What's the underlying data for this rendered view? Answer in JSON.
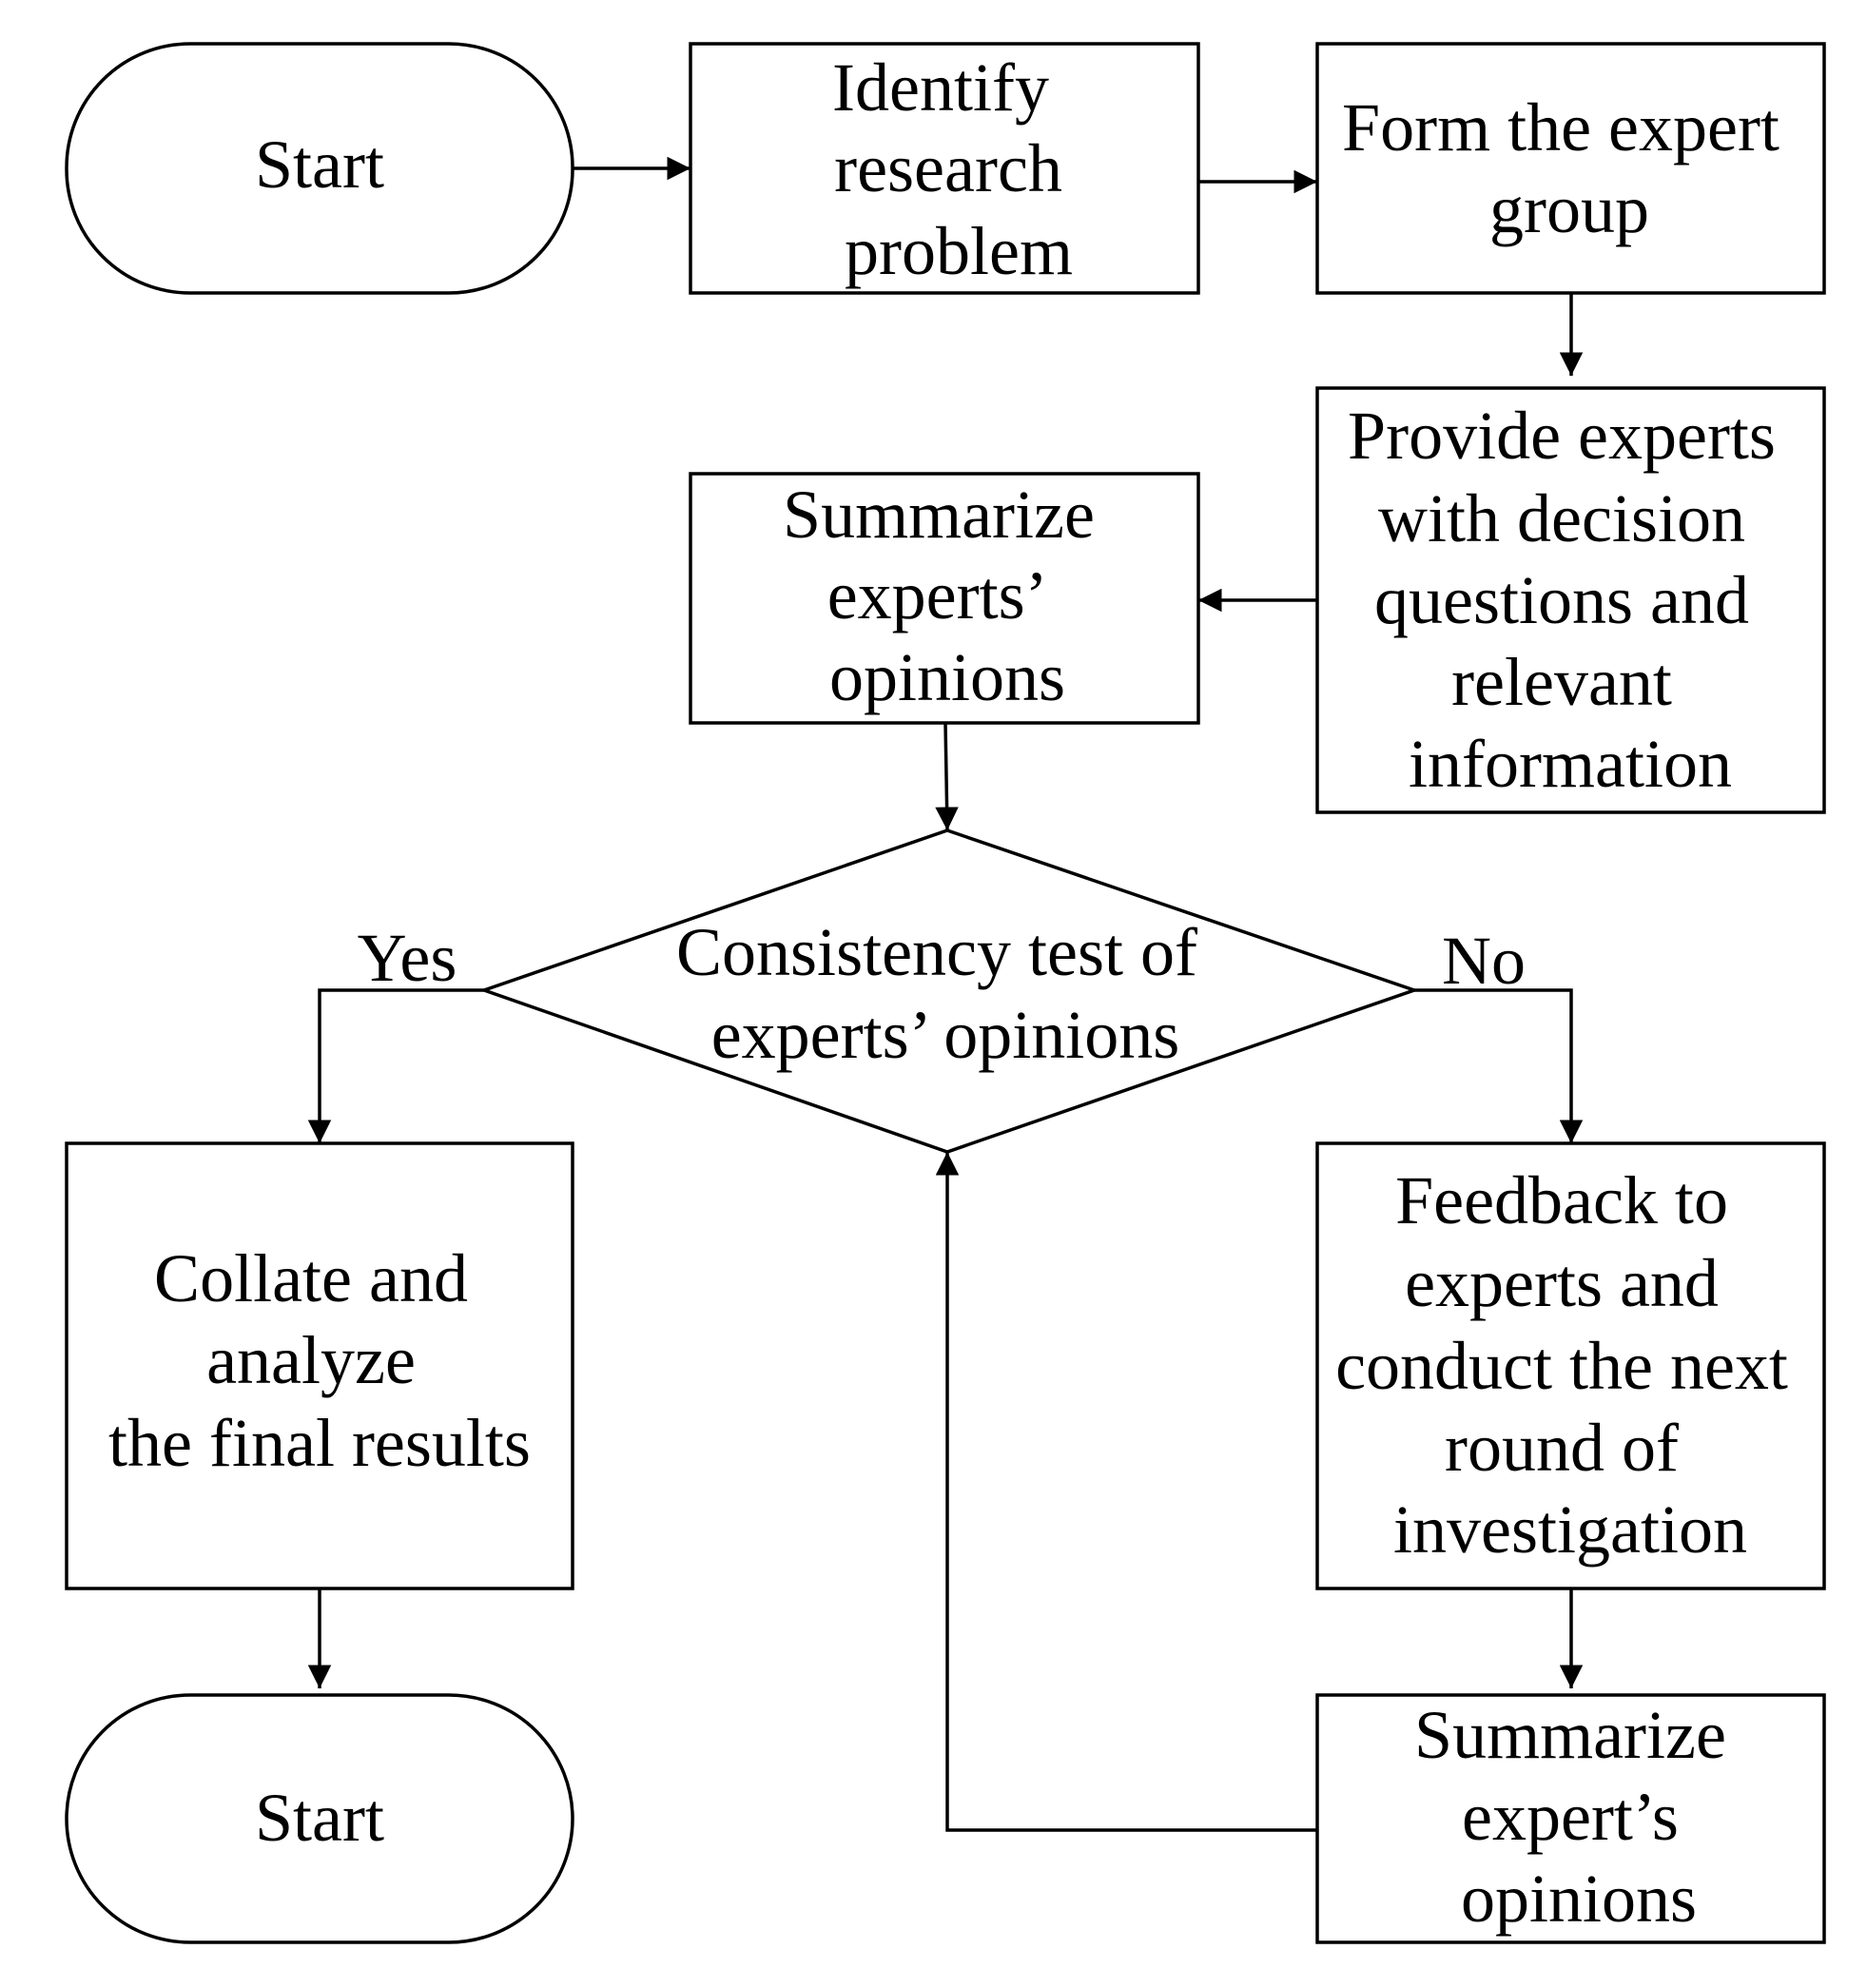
{
  "nodes": {
    "start_top": {
      "lines": [
        "Start"
      ]
    },
    "identify": {
      "lines": [
        "Identify",
        "research",
        "problem"
      ]
    },
    "form_group": {
      "lines": [
        "Form the expert",
        "group"
      ]
    },
    "provide": {
      "lines": [
        "Provide experts",
        "with decision",
        "questions and",
        "relevant",
        "information"
      ]
    },
    "summarize_experts": {
      "lines": [
        "Summarize",
        "experts’",
        "opinions"
      ]
    },
    "consistency": {
      "lines": [
        "Consistency test of",
        "experts’ opinions"
      ]
    },
    "collate": {
      "lines": [
        "Collate and",
        "analyze",
        "the final results"
      ]
    },
    "feedback": {
      "lines": [
        "Feedback to",
        "experts and",
        "conduct the next",
        "round of",
        "investigation"
      ]
    },
    "summarize_expert": {
      "lines": [
        "Summarize",
        "expert’s",
        "opinions"
      ]
    },
    "start_bottom": {
      "lines": [
        "Start"
      ]
    }
  },
  "branches": {
    "yes": "Yes",
    "no": "No"
  }
}
